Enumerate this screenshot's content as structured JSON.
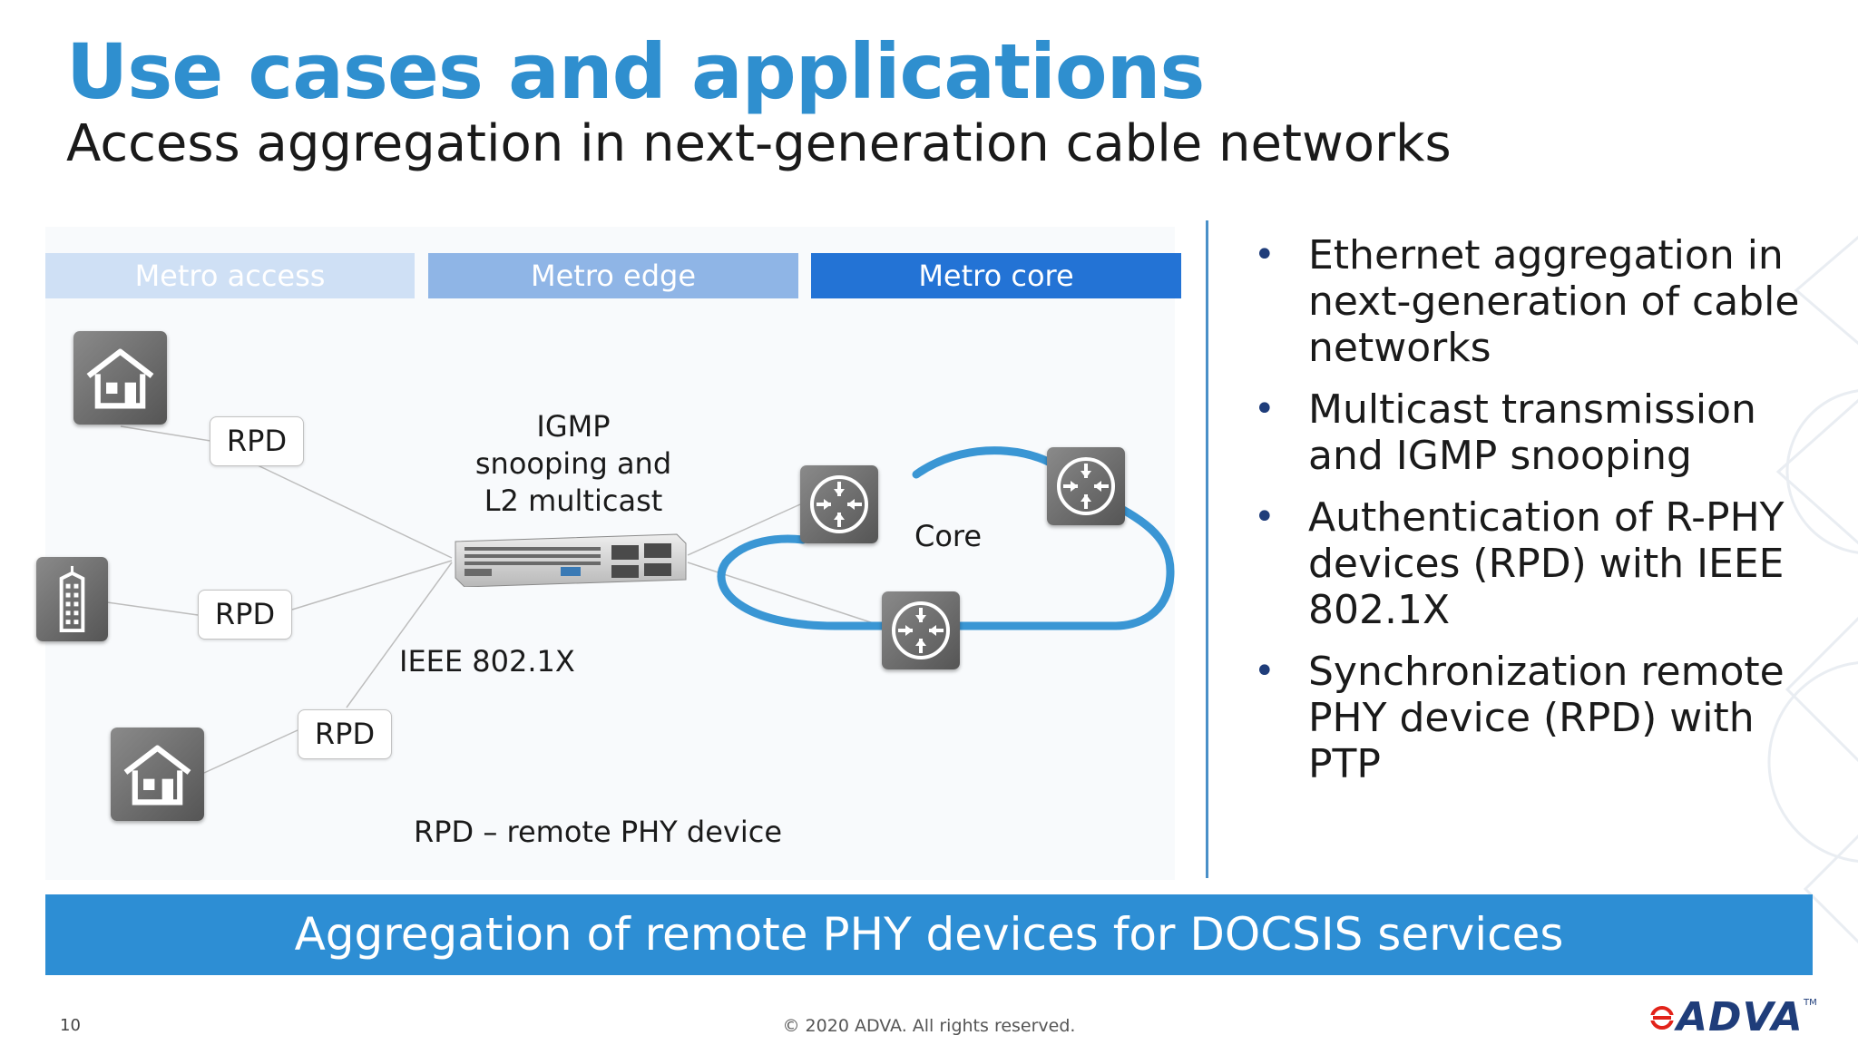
{
  "title": "Use cases and applications",
  "subtitle": "Access aggregation in next-generation cable networks",
  "diagram": {
    "bands": [
      "Metro access",
      "Metro edge",
      "Metro core"
    ],
    "rpd_label": "RPD",
    "igmp_lines": [
      "IGMP",
      "snooping and",
      "L2 multicast"
    ],
    "core_label": "Core",
    "ieee_label": "IEEE 802.1X",
    "footnote": "RPD – remote PHY device"
  },
  "bullets": [
    "Ethernet aggregation in next-generation of cable networks",
    "Multicast transmission and IGMP snooping",
    "Authentication of R-PHY devices (RPD) with IEEE 802.1X",
    "Synchronization remote PHY device (RPD) with PTP"
  ],
  "bullet_symbol": "•",
  "banner": "Aggregation of remote PHY devices for DOCSIS services",
  "footer": {
    "page_number": "10",
    "copyright": "© 2020 ADVA. All rights reserved.",
    "logo_text": "ADVA",
    "logo_tm": "TM"
  },
  "icons": {
    "home": "house-icon",
    "office": "office-building-icon",
    "router": "router-icon"
  },
  "colors": {
    "title": "#2f8fcf",
    "metro_access": "#cfe0f5",
    "metro_edge": "#8fb5e6",
    "metro_core": "#2373d5",
    "cloud": "#3a96d4",
    "banner": "#2d8ed4",
    "bullet": "#1f3d7a",
    "logo": "#1f3d7a",
    "logo_accent": "#e2231a"
  }
}
